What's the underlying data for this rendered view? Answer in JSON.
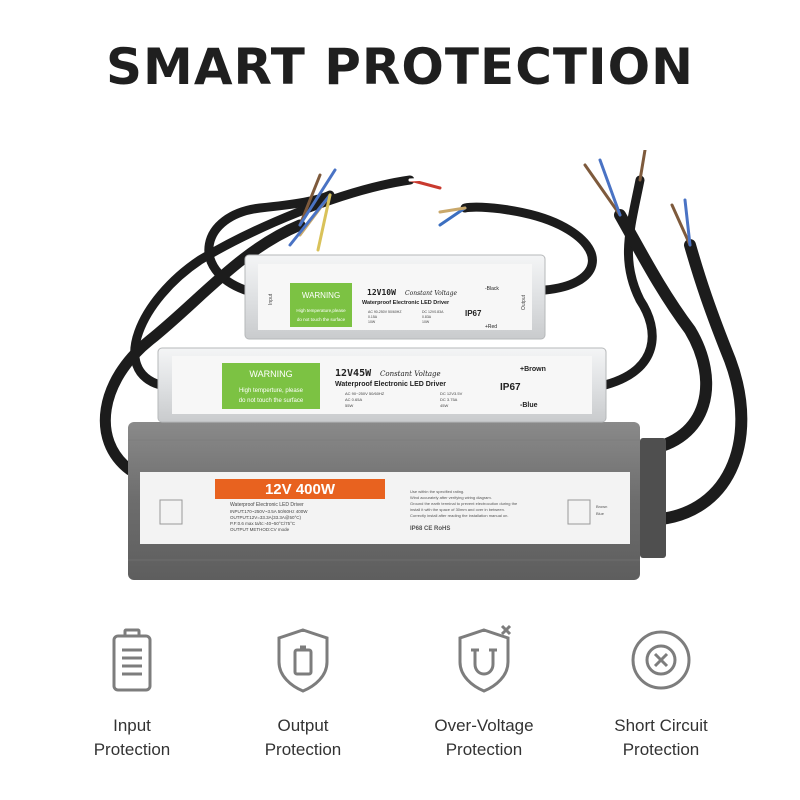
{
  "title": "SMART PROTECTION",
  "product": {
    "small_unit": {
      "model": "12V10W",
      "model_note": "Constant Voltage",
      "subtitle": "Waterproof Electronic LED Driver",
      "warning_title": "WARNING",
      "warning_text_1": "High temperature,please",
      "warning_text_2": "do not touch the surface",
      "rating": "IP67",
      "input_label": "Input",
      "output_label": "Output",
      "out_neg": "-Black",
      "out_pos": "+Red",
      "spec_in_1": "AC 90-250V 50/60HZ",
      "spec_in_2": "0.15A",
      "spec_in_3": "10W",
      "spec_out_1": "DC 12V0.83A",
      "spec_out_2": "0.83A",
      "spec_out_3": "10W"
    },
    "medium_unit": {
      "model": "12V45W",
      "model_note": "Constant Voltage",
      "subtitle": "Waterproof Electronic LED Driver",
      "warning_title": "WARNING",
      "warning_text_1": "High temperture, please",
      "warning_text_2": "do not touch the surface",
      "rating": "IP67",
      "out_pos": "+Brown",
      "out_neg": "-Blue",
      "spec_in_1": "AC 90~250V 50/60HZ",
      "spec_in_2": "AC 0.65A",
      "spec_in_3": "55W",
      "spec_out_1": "DC 12V3.5V",
      "spec_out_2": "DC 3.75A",
      "spec_out_3": "45W"
    },
    "large_unit": {
      "model": "12V  400W",
      "subtitle": "Waterproof Electronic LED Driver",
      "spec_line_1": "INPUT:170~250V~3.5A 50/60Hz 400W",
      "spec_line_2": "OUTPUT:12V=33.3A(33.3A@50°C)",
      "spec_line_3": "P.F:0.6 max  ta/tc:-40~50°C/75°C",
      "spec_line_4": "OUTPUT METHOD:CV mode",
      "notice_1": "Use within the specified rating.",
      "notice_2": "Wind accurately after verifying wiring diagram.",
      "notice_3": "Ground the earth terminal to prevent electrocution during the",
      "notice_4": "install it with the space of 30mm and over in between.",
      "notice_5": "Correctly install after reading the installation manual on.",
      "certs": "IP68 CE RoHS",
      "out_pos": "Brown",
      "out_neg": "Blue"
    }
  },
  "features": [
    {
      "icon": "battery-icon",
      "line1": "Input",
      "line2": "Protection"
    },
    {
      "icon": "shield-battery-icon",
      "line1": "Output",
      "line2": "Protection"
    },
    {
      "icon": "shield-magnet-icon",
      "line1": "Over-Voltage",
      "line2": "Protection"
    },
    {
      "icon": "circle-x-icon",
      "line1": "Short Circuit",
      "line2": "Protection"
    }
  ],
  "colors": {
    "title": "#1f1f1f",
    "icon": "#7d7d7d",
    "warning_green": "#7cc243",
    "label_orange": "#e8621f",
    "housing_dark": "#6c6c6c",
    "housing_light": "#e9eaeb"
  }
}
